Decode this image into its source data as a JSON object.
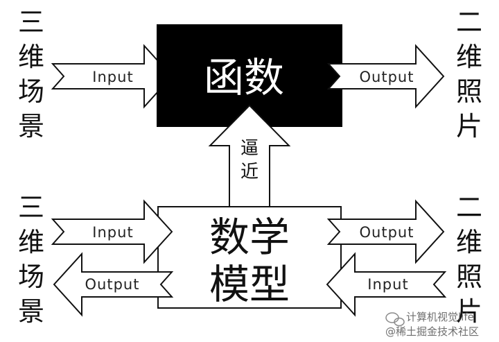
{
  "top_row": {
    "left_label": [
      "三",
      "维",
      "场",
      "景"
    ],
    "input_label": "Input",
    "function_label": "函数",
    "output_label": "Output",
    "right_label": [
      "二",
      "维",
      "照",
      "片"
    ]
  },
  "approx_label": [
    "逼",
    "近"
  ],
  "bottom_row": {
    "left_label": [
      "三",
      "维",
      "场",
      "景"
    ],
    "input_left_label": "Input",
    "output_left_label": "Output",
    "model_label": [
      "数学",
      "模型"
    ],
    "output_right_label": "Output",
    "input_right_label": "Input",
    "right_label": [
      "二",
      "维",
      "照",
      "片"
    ]
  },
  "watermark": {
    "line1": "计算机视觉life",
    "line2": "@稀土掘金技术社区"
  }
}
